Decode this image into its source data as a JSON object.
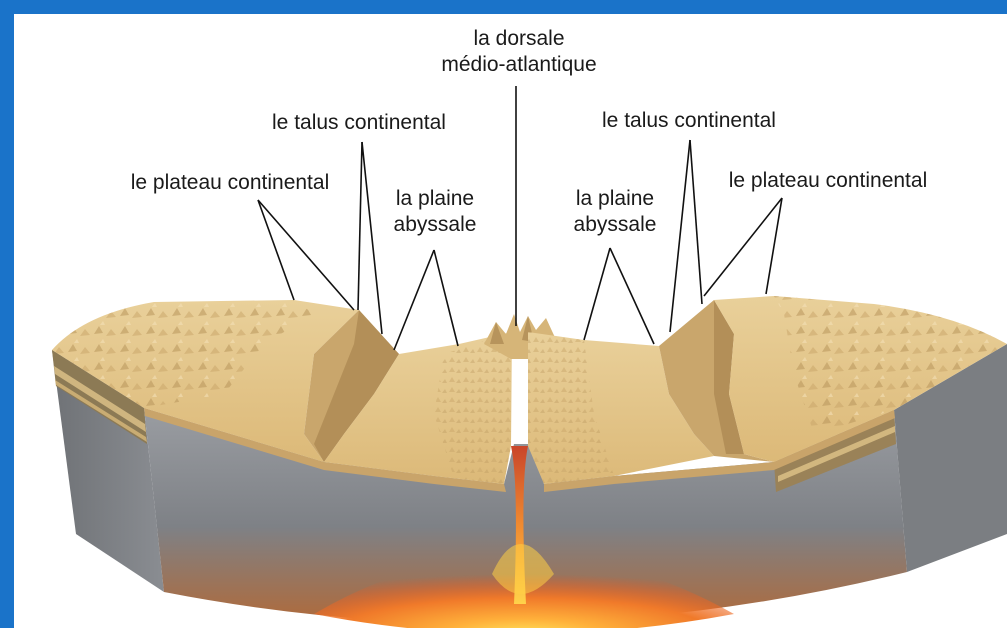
{
  "colors": {
    "frame_border": "#1a73c9",
    "background": "#ffffff",
    "sediment": "#e6c98c",
    "sediment_shadow": "#b8955a",
    "crust": "#8a8d92",
    "magma_core": "#ffd84a",
    "magma_edge": "#e8531f",
    "leader_line": "#111111"
  },
  "labels": {
    "ridge_line1": "la dorsale",
    "ridge_line2": "médio-atlantique",
    "slope_left": "le talus continental",
    "slope_right": "le talus continental",
    "shelf_left": "le plateau continental",
    "shelf_right": "le plateau continental",
    "plain_left_line1": "la plaine",
    "plain_left_line2": "abyssale",
    "plain_right_line1": "la plaine",
    "plain_right_line2": "abyssale"
  }
}
